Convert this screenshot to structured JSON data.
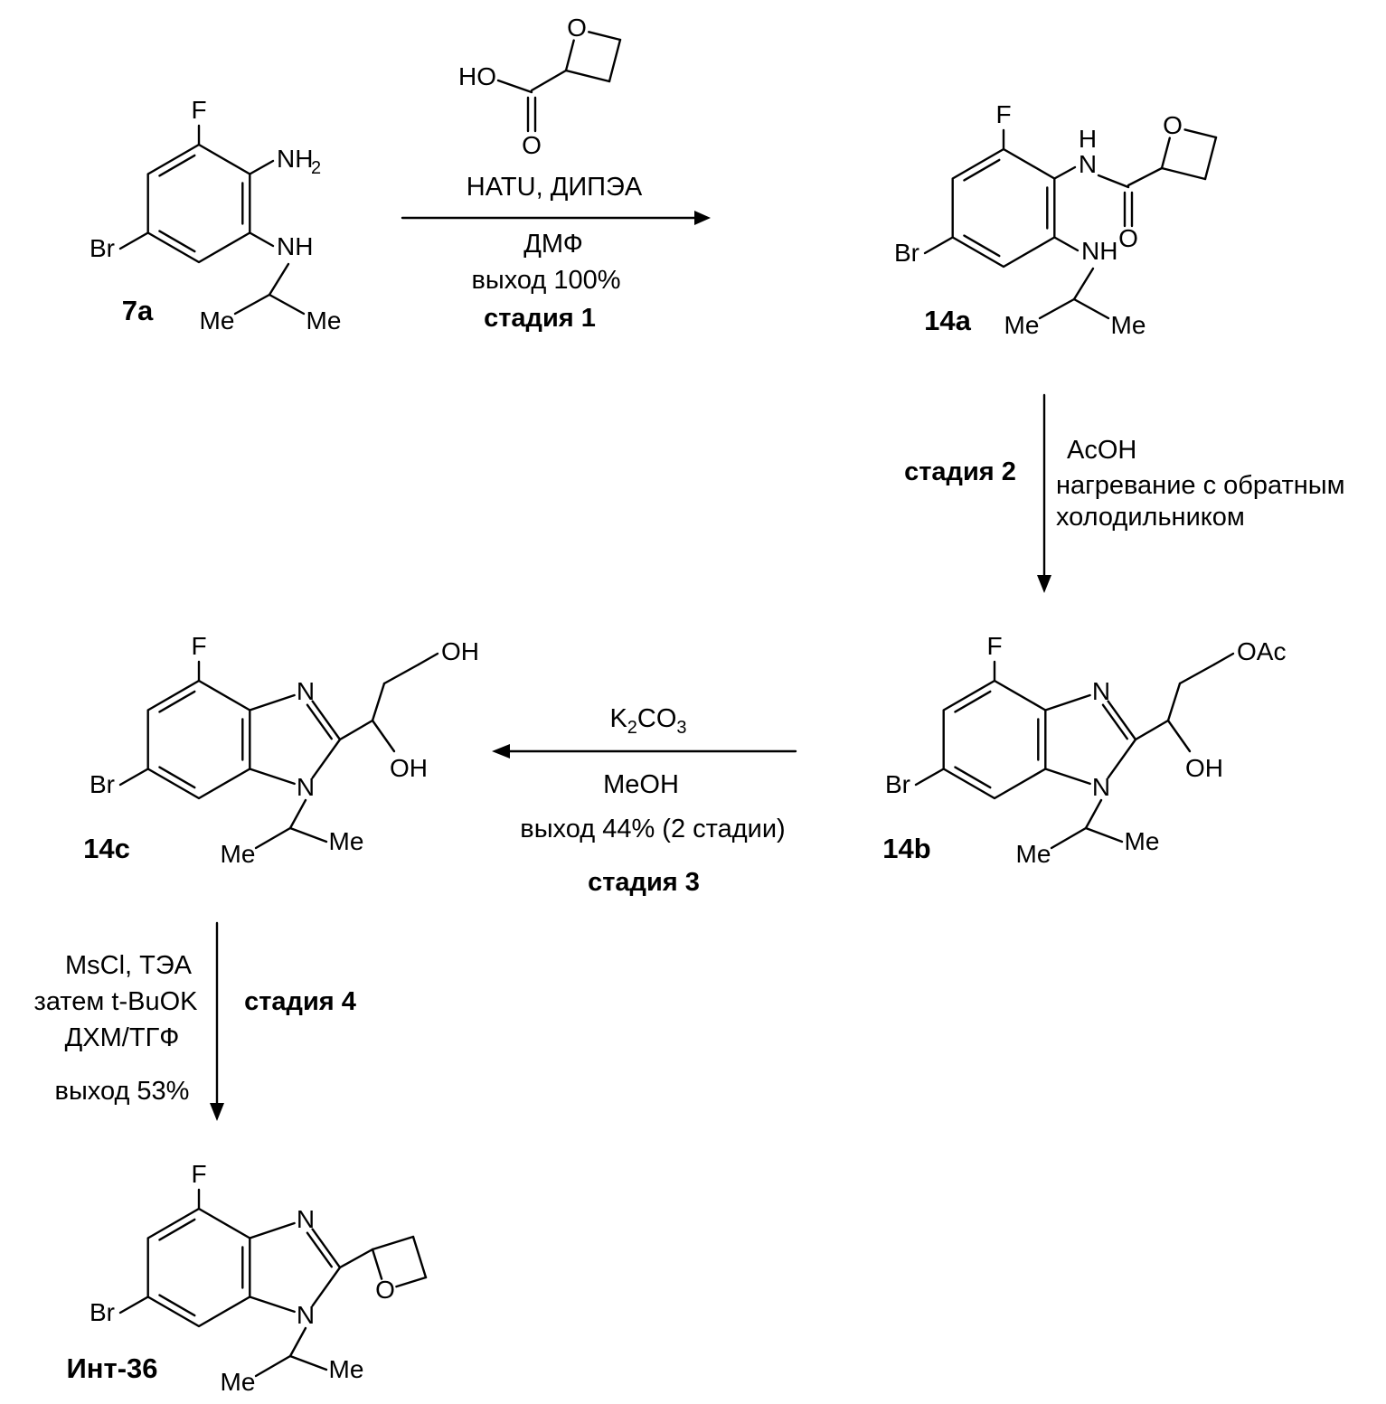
{
  "compounds": {
    "c7a": {
      "label": "7a",
      "F": "F",
      "Br": "Br",
      "NH2_main": "NH",
      "NH2_sub": "2",
      "NH": "NH",
      "Me1": "Me",
      "Me2": "Me"
    },
    "acid": {
      "HO": "HO",
      "O_carbonyl": "O",
      "O_ring": "O"
    },
    "c14a": {
      "label": "14a",
      "F": "F",
      "Br": "Br",
      "H": "H",
      "N": "N",
      "O_carbonyl": "O",
      "O_ring": "O",
      "NH": "NH",
      "Me1": "Me",
      "Me2": "Me"
    },
    "c14b": {
      "label": "14b",
      "F": "F",
      "Br": "Br",
      "N1": "N",
      "N2": "N",
      "OAc": "OAc",
      "OH": "OH",
      "Me1": "Me",
      "Me2": "Me"
    },
    "c14c": {
      "label": "14c",
      "F": "F",
      "Br": "Br",
      "N1": "N",
      "N2": "N",
      "OH_top": "OH",
      "OH": "OH",
      "Me1": "Me",
      "Me2": "Me"
    },
    "int36": {
      "label": "Инт-36",
      "F": "F",
      "Br": "Br",
      "N1": "N",
      "N2": "N",
      "O_ring": "O",
      "Me1": "Me",
      "Me2": "Me"
    }
  },
  "steps": {
    "step1": {
      "reagents": "HATU, ДИПЭА",
      "solvent": "ДМФ",
      "yield": "выход 100%",
      "stage": "стадия 1"
    },
    "step2": {
      "stage": "стадия 2",
      "reagent": "AcOH",
      "cond1": "нагревание с обратным",
      "cond2": "холодильником"
    },
    "step3": {
      "r_k": "K",
      "r_2": "2",
      "r_co": "CO",
      "r_3": "3",
      "solvent": "MeOH",
      "yield": "выход 44% (2 стадии)",
      "stage": "стадия 3"
    },
    "step4": {
      "reagent1": "MsCl, ТЭА",
      "reagent2": "затем t-BuOK",
      "solvent": "ДХМ/ТГФ",
      "yield": "выход 53%",
      "stage": "стадия 4"
    }
  },
  "colors": {
    "line": "#000000",
    "background": "#ffffff"
  }
}
